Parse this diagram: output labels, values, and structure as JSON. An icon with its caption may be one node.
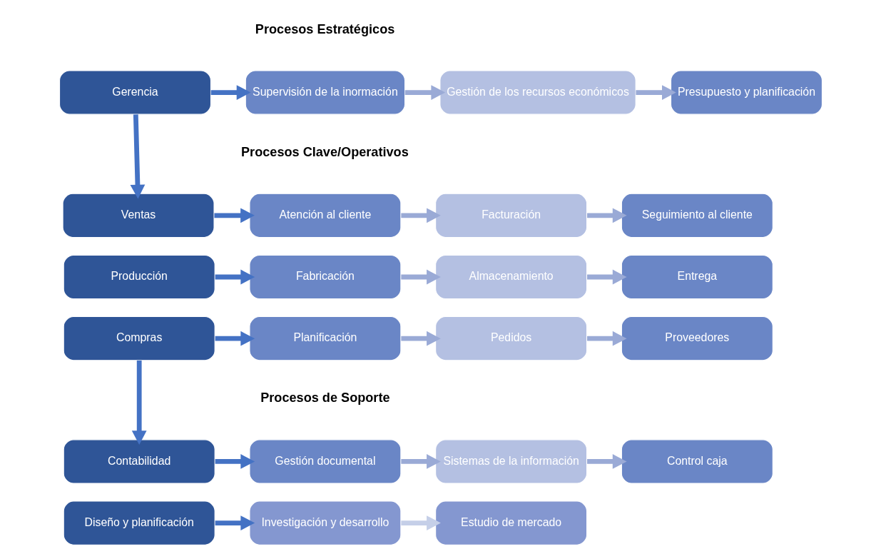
{
  "diagram": {
    "nodes": [
      {
        "text": [
          "Gerencia"
        ]
      },
      {
        "text": [
          "Supervisión de la inormación"
        ]
      },
      {
        "text": [
          "Gestión de los recursos económicos"
        ]
      },
      {
        "text": [
          "Presupuesto y planificación"
        ]
      },
      {
        "text": [
          "Ventas"
        ]
      },
      {
        "text": [
          "Atención al cliente"
        ]
      },
      {
        "text": [
          "Facturación"
        ]
      },
      {
        "text": [
          "Seguimiento al cliente"
        ]
      },
      {
        "text": [
          "Producción"
        ]
      },
      {
        "text": [
          "Fabricación"
        ]
      },
      {
        "text": [
          "Almacenamiento"
        ]
      },
      {
        "text": [
          "Entrega"
        ]
      },
      {
        "text": [
          "Compras"
        ]
      },
      {
        "text": [
          "Planificación"
        ]
      },
      {
        "text": [
          "Pedidos"
        ]
      },
      {
        "text": [
          "Proveedores"
        ]
      },
      {
        "text": [
          "Contabilidad"
        ]
      },
      {
        "text": [
          "Gestión documental"
        ]
      },
      {
        "text": [
          "Sistemas de la información"
        ]
      },
      {
        "text": [
          "Control caja"
        ]
      },
      {
        "text": [
          "Diseño y planificación"
        ]
      },
      {
        "text": [
          "Investigación y desarrollo"
        ]
      },
      {
        "text": [
          "Estudio de mercado"
        ]
      }
    ],
    "edges": [
      {
        "from": 0,
        "to": 1,
        "arrow": "to",
        "color": "#4472c4"
      },
      {
        "from": 1,
        "to": 2,
        "arrow": "to"
      },
      {
        "from": 2,
        "to": 3,
        "arrow": "to"
      },
      {
        "from": 0,
        "to": 4,
        "arrow": "to",
        "color": "#4472c4"
      },
      {
        "from": 4,
        "to": 5,
        "arrow": "to",
        "color": "#4472c4"
      },
      {
        "from": 5,
        "to": 6,
        "arrow": "to"
      },
      {
        "from": 6,
        "to": 7,
        "arrow": "to"
      },
      {
        "from": 8,
        "to": 9,
        "arrow": "to",
        "color": "#4472c4"
      },
      {
        "from": 9,
        "to": 10,
        "arrow": "to"
      },
      {
        "from": 10,
        "to": 11,
        "arrow": "to"
      },
      {
        "from": 12,
        "to": 13,
        "arrow": "to",
        "color": "#4472c4"
      },
      {
        "from": 13,
        "to": 14,
        "arrow": "to"
      },
      {
        "from": 14,
        "to": 15,
        "arrow": "to"
      },
      {
        "from": 12,
        "to": 16,
        "arrow": "to",
        "color": "#4472c4"
      },
      {
        "from": 16,
        "to": 17,
        "arrow": "to",
        "color": "#4472c4"
      },
      {
        "from": 17,
        "to": 18,
        "arrow": "to"
      },
      {
        "from": 18,
        "to": 19,
        "arrow": "to"
      },
      {
        "from": 20,
        "to": 21,
        "arrow": "to",
        "color": "#4472c4"
      },
      {
        "from": 21,
        "to": 22,
        "arrow": "to",
        "color": "#c5cfe8"
      }
    ],
    "labels": [
      "Procesos Estratégicos",
      "Procesos Clave/Operativos",
      "Procesos de Soporte"
    ]
  }
}
